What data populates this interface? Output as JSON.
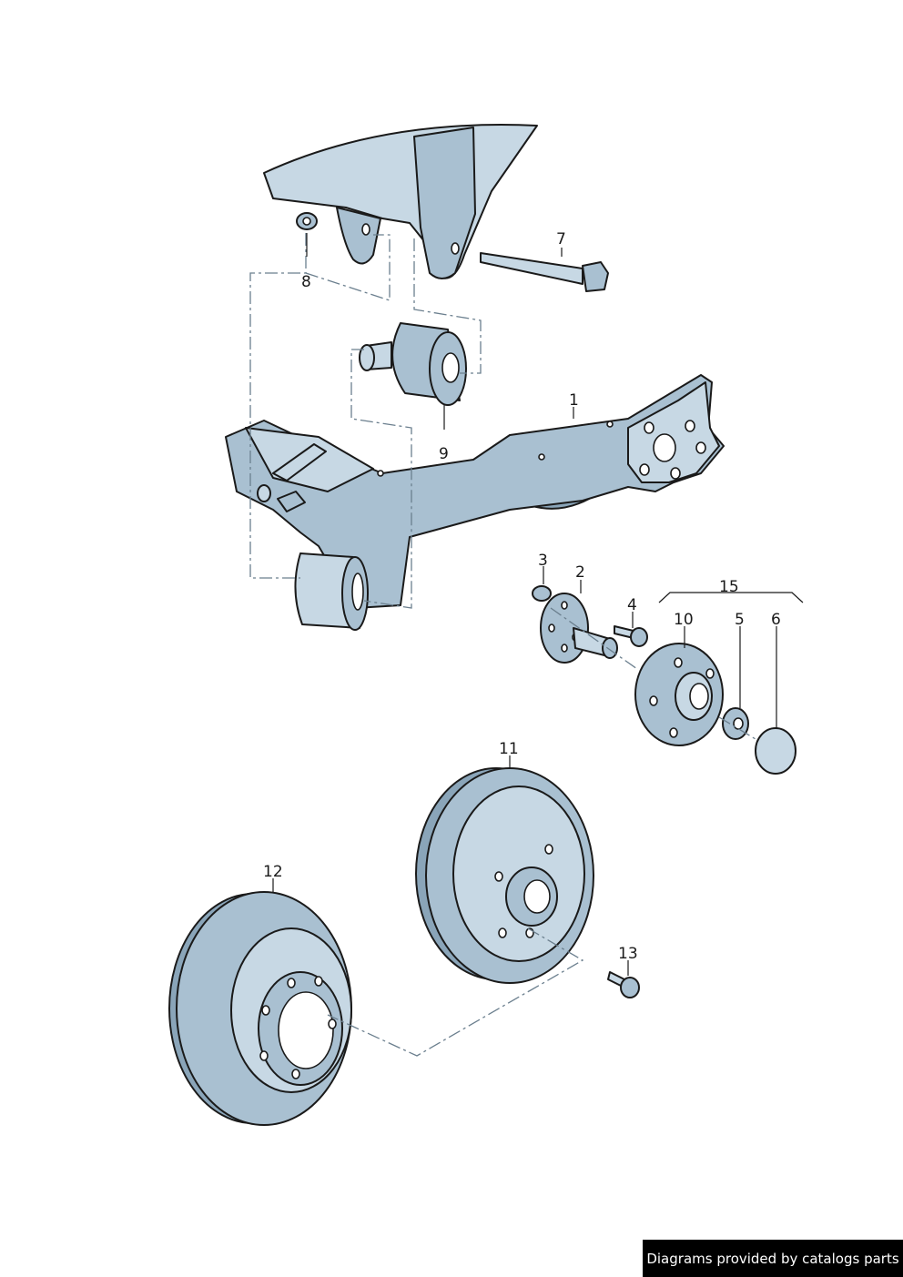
{
  "labels": {
    "p1": "1",
    "p2": "2",
    "p3": "3",
    "p4": "4",
    "p5": "5",
    "p6": "6",
    "p7": "7",
    "p8": "8",
    "p9": "9",
    "p10": "10",
    "p11": "11",
    "p12": "12",
    "p13": "13",
    "p15": "15"
  },
  "credit": "Diagrams provided by catalogs parts",
  "colors": {
    "part_fill": "#a9c0d1",
    "outline": "#1a1a1a",
    "background": "#ffffff"
  }
}
